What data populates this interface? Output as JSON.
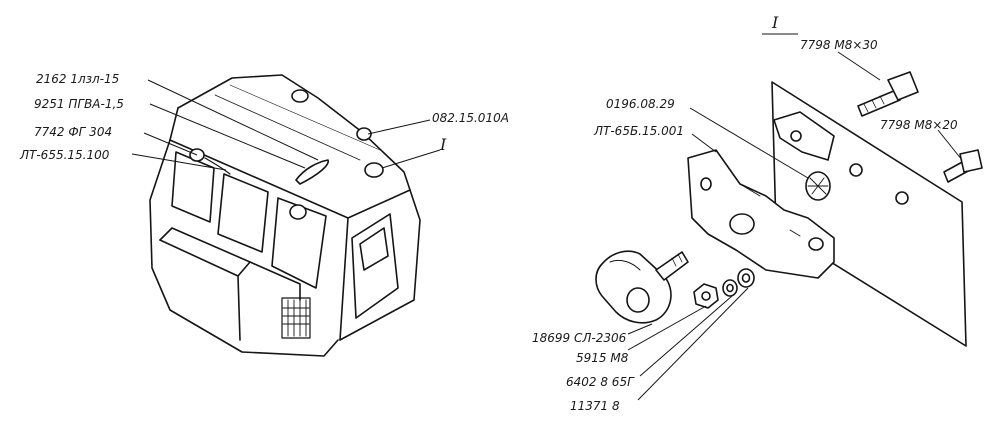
{
  "labels": {
    "cab_plug": "2162 1лзл-15",
    "cab_wire": "9251 ПГВА-1,5",
    "cab_lamp": "7742 ФГ 304",
    "cab_assembly": "ЛТ-655.15.100",
    "cab_part": "082.15.010А",
    "cab_view": "I",
    "det_view": "I",
    "bolt_top": "7798 М8×30",
    "bolt_right": "7798 М8×20",
    "bracket_a": "0196.08.29",
    "bracket_b": "ЛТ-65Б.15.001",
    "lamp_unit": "18699 СЛ-2306",
    "nut": "5915 М8",
    "washer_a": "6402 8 65Г",
    "washer_b": "11371 8"
  }
}
